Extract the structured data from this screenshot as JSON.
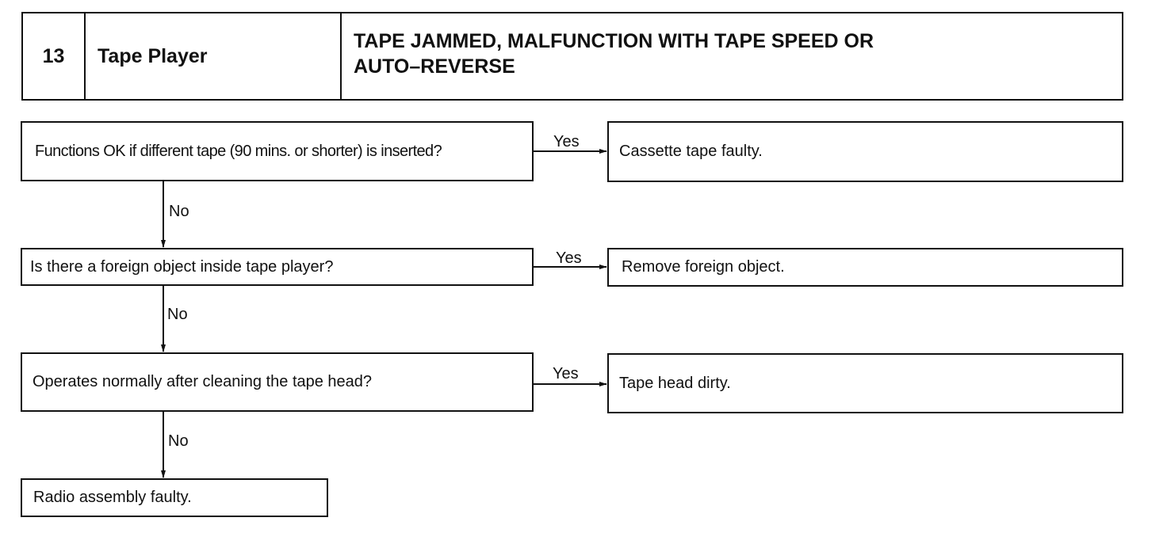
{
  "header": {
    "number": "13",
    "system": "Tape Player",
    "symptom": "TAPE JAMMED, MALFUNCTION WITH TAPE SPEED OR\nAUTO–REVERSE"
  },
  "flow": {
    "q1": "Functions OK if different tape (90 mins. or shorter) is inserted?",
    "r1": "Cassette tape faulty.",
    "q2": "Is there a foreign object inside tape player?",
    "r2": "Remove foreign object.",
    "q3": "Operates normally after cleaning the tape head?",
    "r3": "Tape head dirty.",
    "final": "Radio assembly faulty."
  },
  "labels": {
    "yes": "Yes",
    "no": "No"
  }
}
